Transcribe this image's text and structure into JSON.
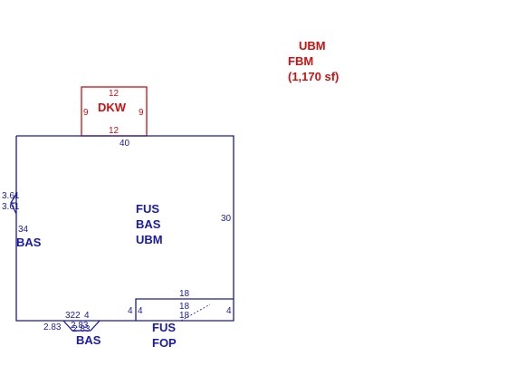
{
  "colors": {
    "main": "#1a1aa6",
    "deck": "#cc1111"
  },
  "legend": {
    "line1": "UBM",
    "line2": "FBM",
    "line3": "(1,170 sf)"
  },
  "deck": {
    "label": "DKW",
    "top": "12",
    "bottom": "12",
    "left": "9",
    "right": "9"
  },
  "main": {
    "top": "40",
    "right": "30",
    "left": "34",
    "label1": "FUS",
    "label2": "BAS",
    "label3": "UBM"
  },
  "left_bay": {
    "label": "BAS",
    "dim_a": "3.61",
    "dim_b": "3.61"
  },
  "bottom_bay": {
    "label": "BAS",
    "dim_a": "2.83",
    "dim_b": "2.83",
    "dim_c": "2.83",
    "dim_d": "322",
    "dim_e": "4"
  },
  "porch": {
    "label1": "FUS",
    "label2": "FOP",
    "top": "18",
    "mid1": "18",
    "mid2": "18",
    "left_a": "4",
    "left_b": "4",
    "right": "4"
  }
}
